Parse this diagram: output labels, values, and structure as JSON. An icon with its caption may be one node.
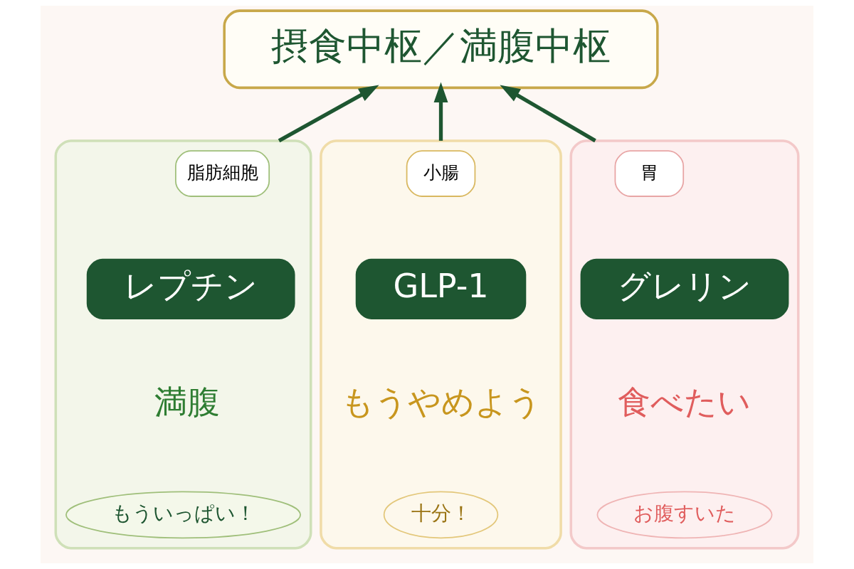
{
  "diagram": {
    "nodes": [
      {
        "text": [
          "摂食中枢／満腹中枢"
        ]
      },
      {
        "text": [],
        "shape": "box"
      },
      {
        "text": [
          "脂肪細胞"
        ],
        "in": 1
      },
      {
        "text": [
          "レプチン"
        ],
        "in": 1
      },
      {
        "text": [
          "もういっぱい！"
        ],
        "in": 1
      },
      {
        "text": [],
        "shape": "box"
      },
      {
        "text": [
          "小腸"
        ],
        "in": 5
      },
      {
        "text": [
          "GLP-1"
        ],
        "in": 5
      },
      {
        "text": [
          "十分！"
        ],
        "in": 5
      },
      {
        "text": [],
        "shape": "box"
      },
      {
        "text": [
          "胃"
        ],
        "in": 9
      },
      {
        "text": [
          "グレリン"
        ],
        "in": 9
      },
      {
        "text": [
          "お腹すいた"
        ],
        "in": 9
      }
    ],
    "edges": [
      {
        "from": 1,
        "to": 0,
        "arrow": "to"
      },
      {
        "from": 5,
        "to": 0,
        "arrow": "to"
      },
      {
        "from": 9,
        "to": 0,
        "arrow": "to"
      }
    ],
    "labels": [
      "満腹",
      "もうやめよう",
      "食べたい"
    ]
  }
}
